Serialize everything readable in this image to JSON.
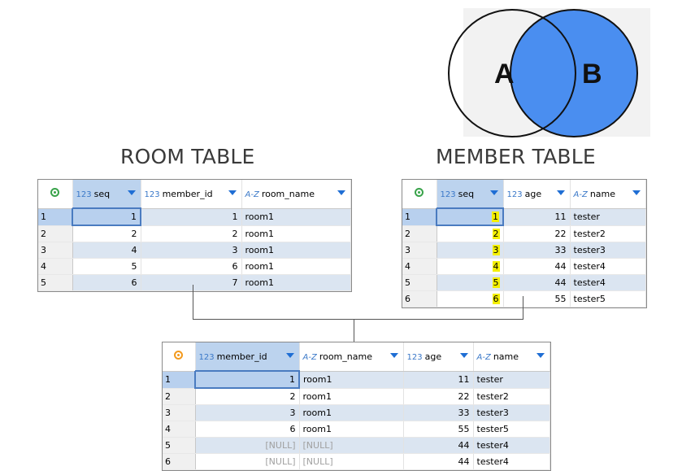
{
  "venn": {
    "label_a": "A",
    "label_b": "B"
  },
  "room_table": {
    "title": "ROOM TABLE",
    "columns": [
      {
        "type": "123",
        "label": "seq"
      },
      {
        "type": "123",
        "label": "member_id"
      },
      {
        "type": "A-Z",
        "label": "room_name"
      }
    ],
    "rows": [
      [
        "1",
        "1",
        "1",
        "room1"
      ],
      [
        "2",
        "2",
        "2",
        "room1"
      ],
      [
        "3",
        "4",
        "3",
        "room1"
      ],
      [
        "4",
        "5",
        "6",
        "room1"
      ],
      [
        "5",
        "6",
        "7",
        "room1"
      ]
    ]
  },
  "member_table": {
    "title": "MEMBER TABLE",
    "columns": [
      {
        "type": "123",
        "label": "seq"
      },
      {
        "type": "123",
        "label": "age"
      },
      {
        "type": "A-Z",
        "label": "name"
      }
    ],
    "rows": [
      [
        "1",
        "1",
        "11",
        "tester"
      ],
      [
        "2",
        "2",
        "22",
        "tester2"
      ],
      [
        "3",
        "3",
        "33",
        "tester3"
      ],
      [
        "4",
        "4",
        "44",
        "tester4"
      ],
      [
        "5",
        "5",
        "44",
        "tester4"
      ],
      [
        "6",
        "6",
        "55",
        "tester5"
      ]
    ]
  },
  "result_table": {
    "columns": [
      {
        "type": "123",
        "label": "member_id"
      },
      {
        "type": "A-Z",
        "label": "room_name"
      },
      {
        "type": "123",
        "label": "age"
      },
      {
        "type": "A-Z",
        "label": "name"
      }
    ],
    "rows": [
      [
        "1",
        "1",
        "room1",
        "11",
        "tester"
      ],
      [
        "2",
        "2",
        "room1",
        "22",
        "tester2"
      ],
      [
        "3",
        "3",
        "room1",
        "33",
        "tester3"
      ],
      [
        "4",
        "6",
        "room1",
        "55",
        "tester5"
      ],
      [
        "5",
        "[NULL]",
        "[NULL]",
        "44",
        "tester4"
      ],
      [
        "6",
        "[NULL]",
        "[NULL]",
        "44",
        "tester4"
      ]
    ]
  }
}
